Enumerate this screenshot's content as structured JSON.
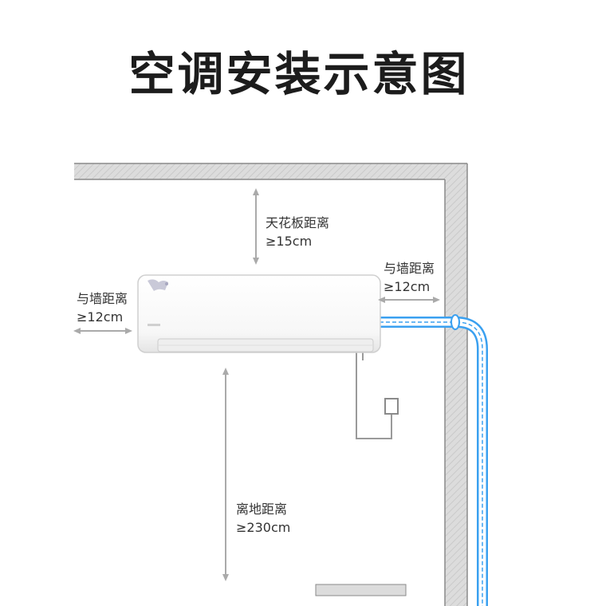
{
  "title": "空调安装示意图",
  "ceiling_clearance": {
    "label": "天花板距离",
    "value": "≥15cm"
  },
  "left_wall_clearance": {
    "label": "与墙距离",
    "value": "≥12cm"
  },
  "right_wall_clearance": {
    "label": "与墙距离",
    "value": "≥12cm"
  },
  "floor_clearance": {
    "label": "离地距离",
    "value": "≥230cm"
  },
  "colors": {
    "wall": "#d9d9d9",
    "wall_edge": "#8a8a8a",
    "arrow": "#aaaaaa",
    "pipe": "#3aa0f0",
    "cable": "#9a9a9a"
  }
}
